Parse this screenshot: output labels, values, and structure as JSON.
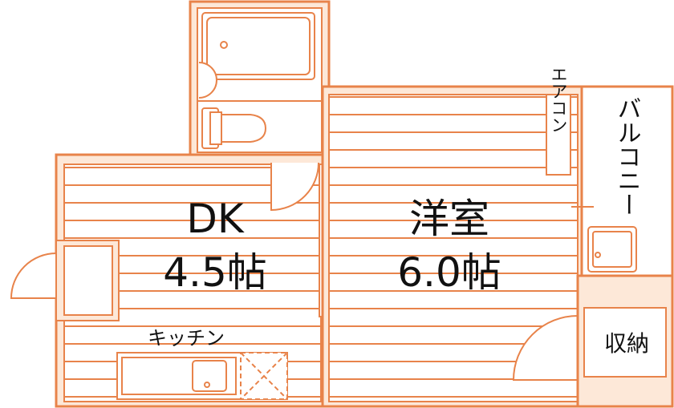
{
  "colors": {
    "wall": "#e8834a",
    "fill": "#fde8d8",
    "floor_line": "#e8834a",
    "text": "#111111"
  },
  "rooms": {
    "dk": {
      "name": "DK",
      "size": "4.5帖"
    },
    "western": {
      "name": "洋室",
      "size": "6.0帖"
    },
    "kitchen": {
      "label": "キッチン"
    },
    "aircon": {
      "label": "エアコン"
    },
    "balcony": {
      "label": "バルコニー"
    },
    "storage": {
      "label": "収納"
    }
  }
}
